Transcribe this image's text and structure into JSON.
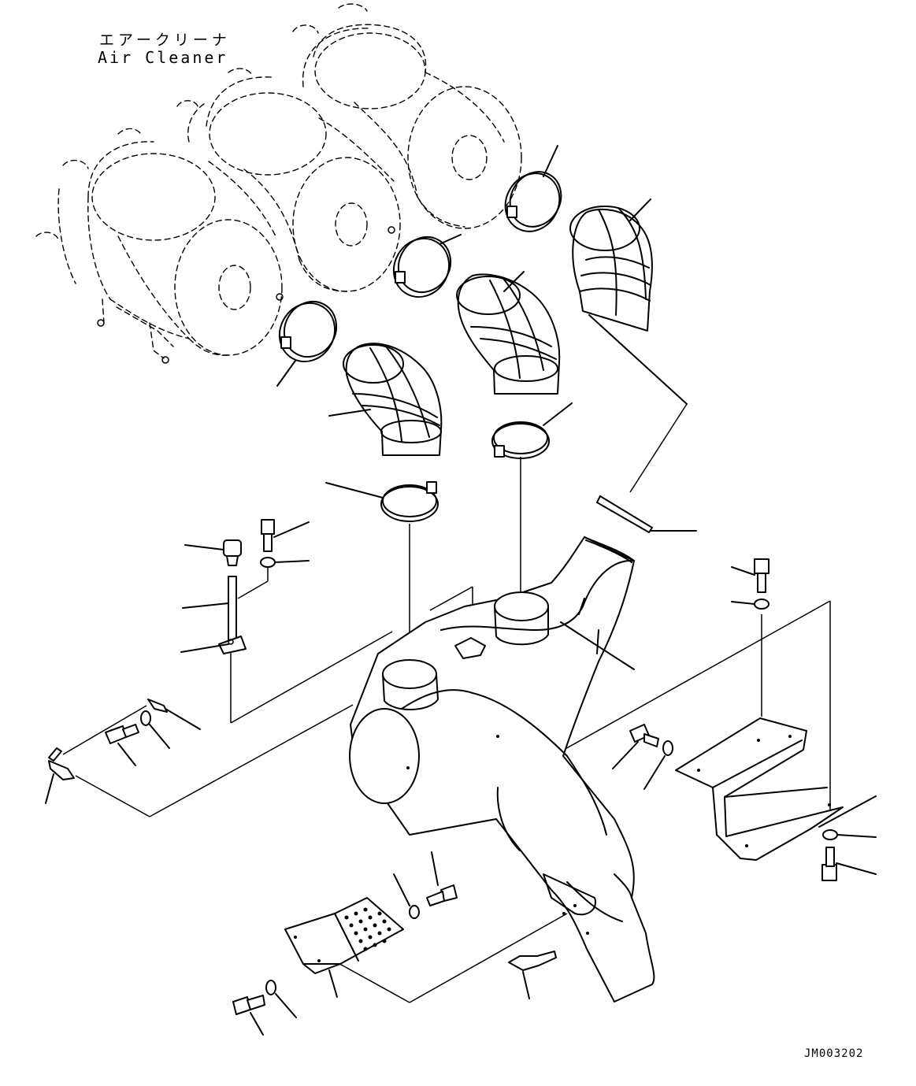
{
  "title": {
    "japanese": "エアークリーナ",
    "english": "Air Cleaner"
  },
  "drawing_id": "JM003202",
  "colors": {
    "ink": "#000000",
    "paper": "#ffffff"
  }
}
